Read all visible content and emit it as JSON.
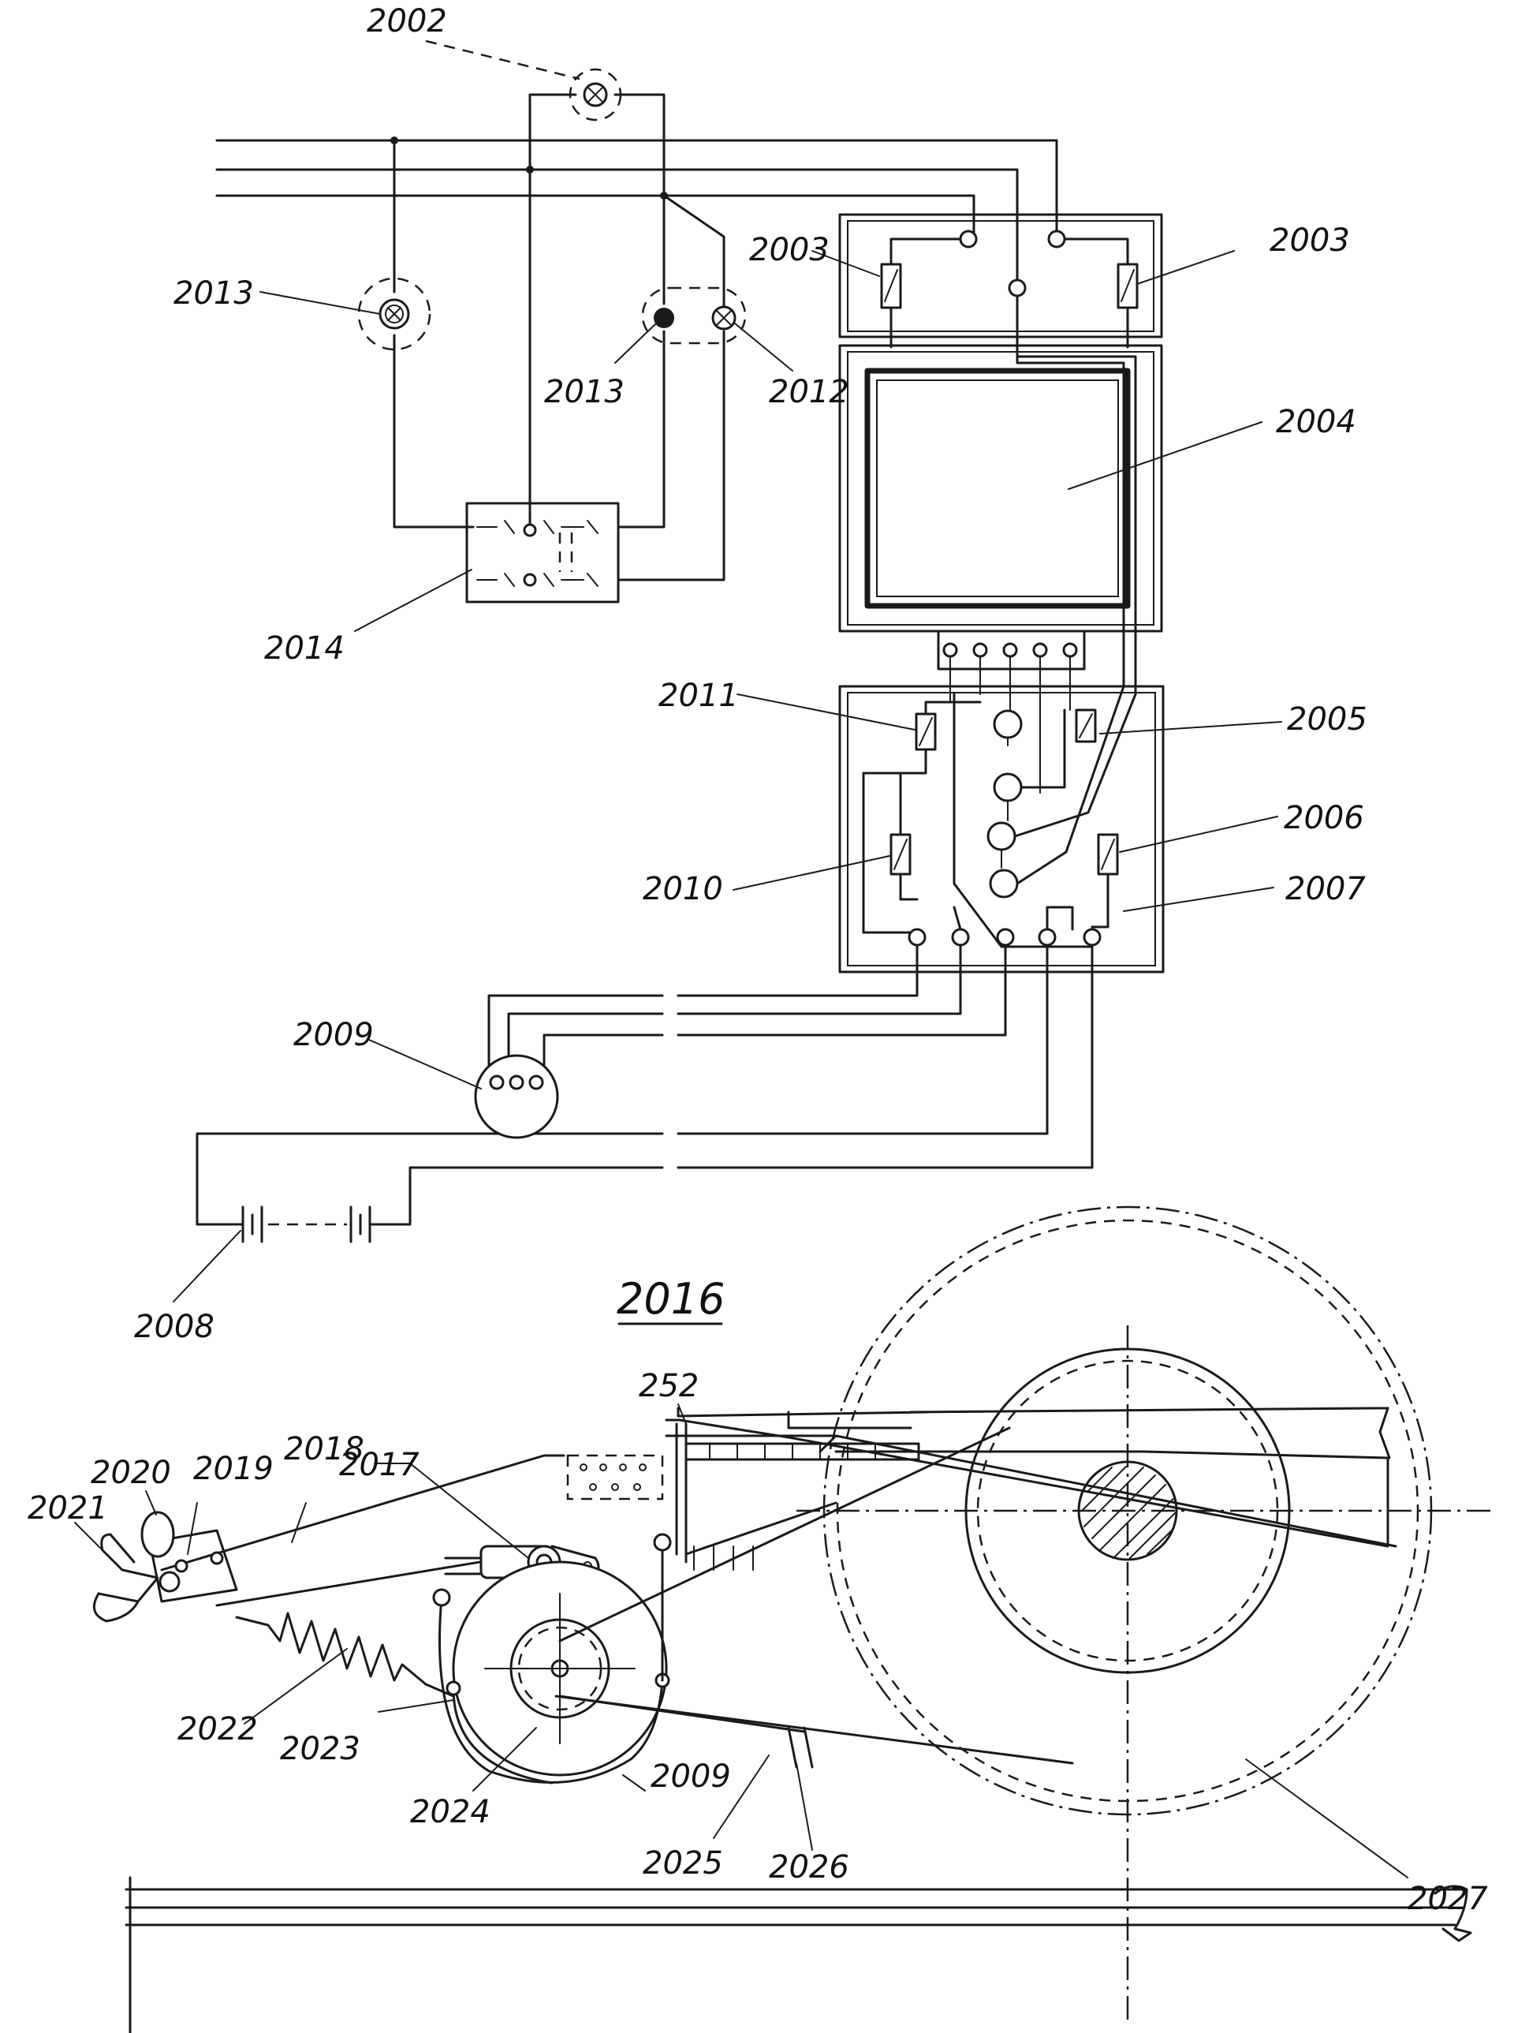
{
  "schematic_labels": {
    "l2002": "2002",
    "l2003a": "2003",
    "l2003b": "2003",
    "l2013a": "2013",
    "l2013b": "2013",
    "l2012": "2012",
    "l2004": "2004",
    "l2014": "2014",
    "l2011": "2011",
    "l2005": "2005",
    "l2006": "2006",
    "l2010": "2010",
    "l2007": "2007",
    "l2009": "2009",
    "l2008": "2008"
  },
  "mechanism_title": "2016",
  "mechanism_labels": {
    "l252": "252",
    "l2020": "2020",
    "l2019": "2019",
    "l2018": "2018",
    "l2017": "2017",
    "l2021": "2021",
    "l2022": "2022",
    "l2023": "2023",
    "l2024": "2024",
    "l2009b": "2009",
    "l2025": "2025",
    "l2026": "2026",
    "l2027": "2027"
  },
  "colors": {
    "ink": "#1a1a1a",
    "paper": "#ffffff"
  }
}
